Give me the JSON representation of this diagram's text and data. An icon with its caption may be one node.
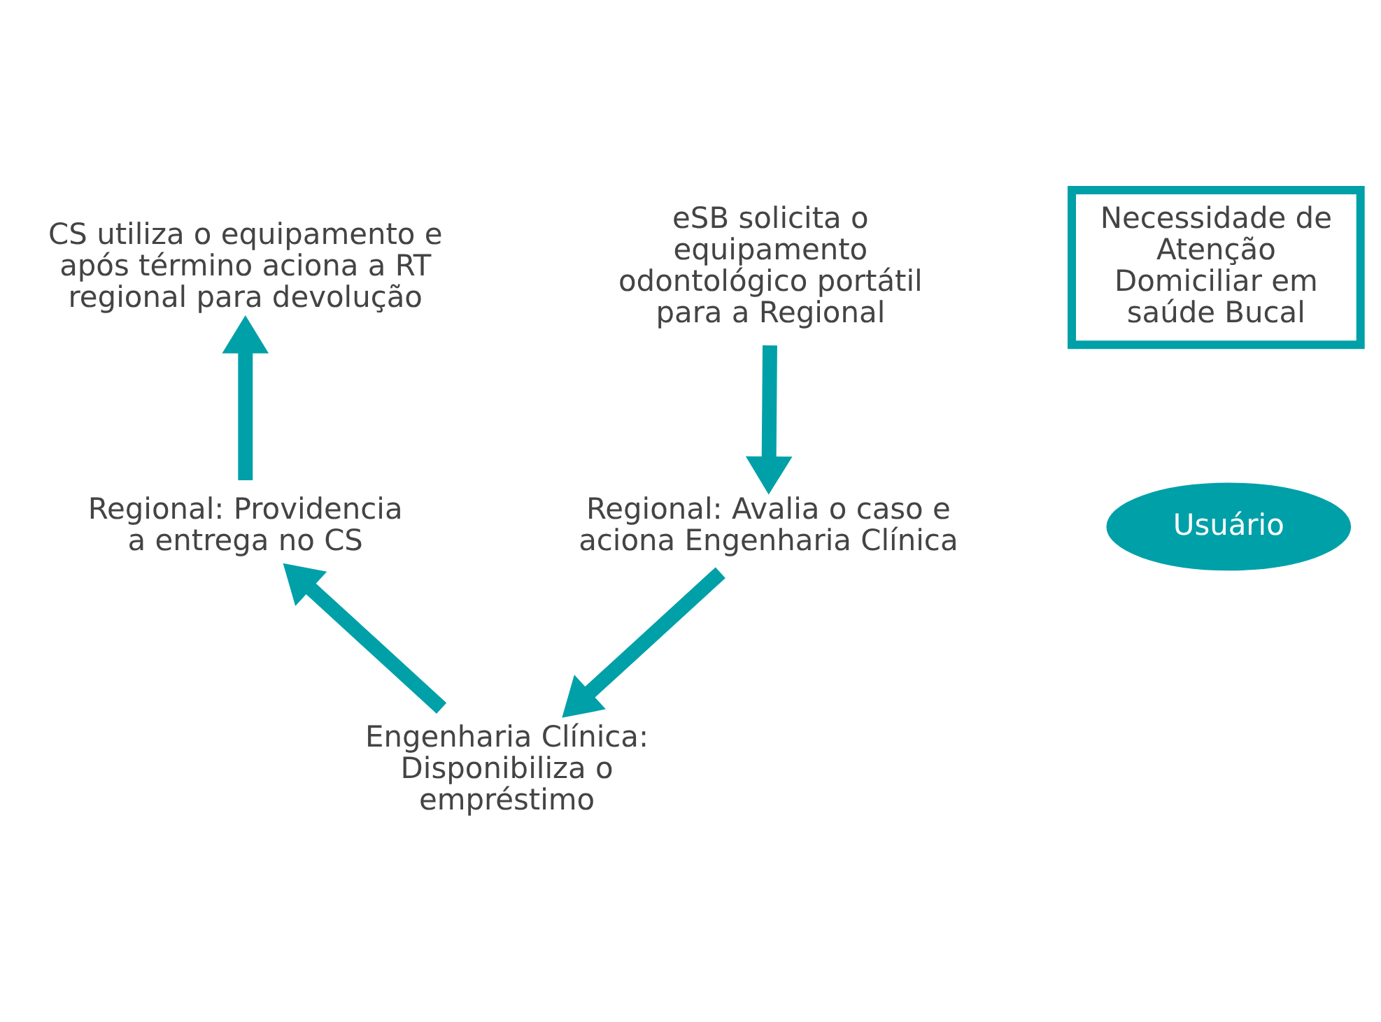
{
  "diagram": {
    "nodes": [
      {
        "text": [
          "Necessidade de Atenção Domiciliar em saúde Bucal"
        ]
      },
      {
        "text": [
          "eSB solicita o equipamento odontológico portátil para a Regional"
        ]
      },
      {
        "text": [
          "Regional: Avalia o caso e aciona Engenharia Clínica"
        ]
      },
      {
        "text": [
          "Engenharia Clínica: Disponibiliza o empréstimo"
        ]
      },
      {
        "text": [
          "Regional: Providencia a entrega no CS"
        ]
      },
      {
        "text": [
          "CS utiliza o equipamento e após término aciona a RT regional para devolução"
        ]
      },
      {
        "text": [
          "Usuário"
        ]
      }
    ],
    "edges": [
      {
        "from": 1,
        "to": 2,
        "arrow": "to"
      },
      {
        "from": 2,
        "to": 3,
        "arrow": "to"
      },
      {
        "from": 3,
        "to": 4,
        "arrow": "to"
      },
      {
        "from": 4,
        "to": 5,
        "arrow": "to"
      }
    ]
  }
}
